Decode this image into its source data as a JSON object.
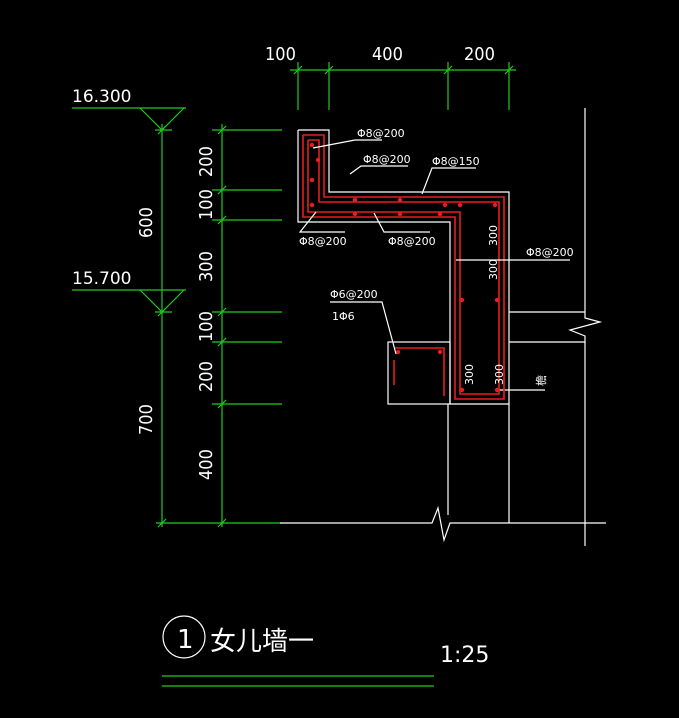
{
  "top_dims": [
    "100",
    "400",
    "200"
  ],
  "left_dims": [
    "200",
    "100",
    "300",
    "100",
    "200",
    "400"
  ],
  "total_dims": [
    "600",
    "700"
  ],
  "levels": [
    "16.300",
    "15.700"
  ],
  "rebar": {
    "r1": "Φ8@200",
    "r2": "Φ8@200",
    "r3": "Φ8@150",
    "r4": "Φ8@200",
    "r5": "Φ8@200",
    "r6": "Φ8@200",
    "r7": "Φ6@200",
    "r8": "1Φ6"
  },
  "inner_dims": [
    "300",
    "300",
    "300",
    "300"
  ],
  "gutter_label": "檐",
  "title": {
    "number": "1",
    "text": "女儿墙一",
    "scale": "1:25"
  },
  "colors": {
    "background": "#000000",
    "dimension": "#22c922",
    "outline": "#ffffff",
    "rebar": "#e61e1e"
  }
}
